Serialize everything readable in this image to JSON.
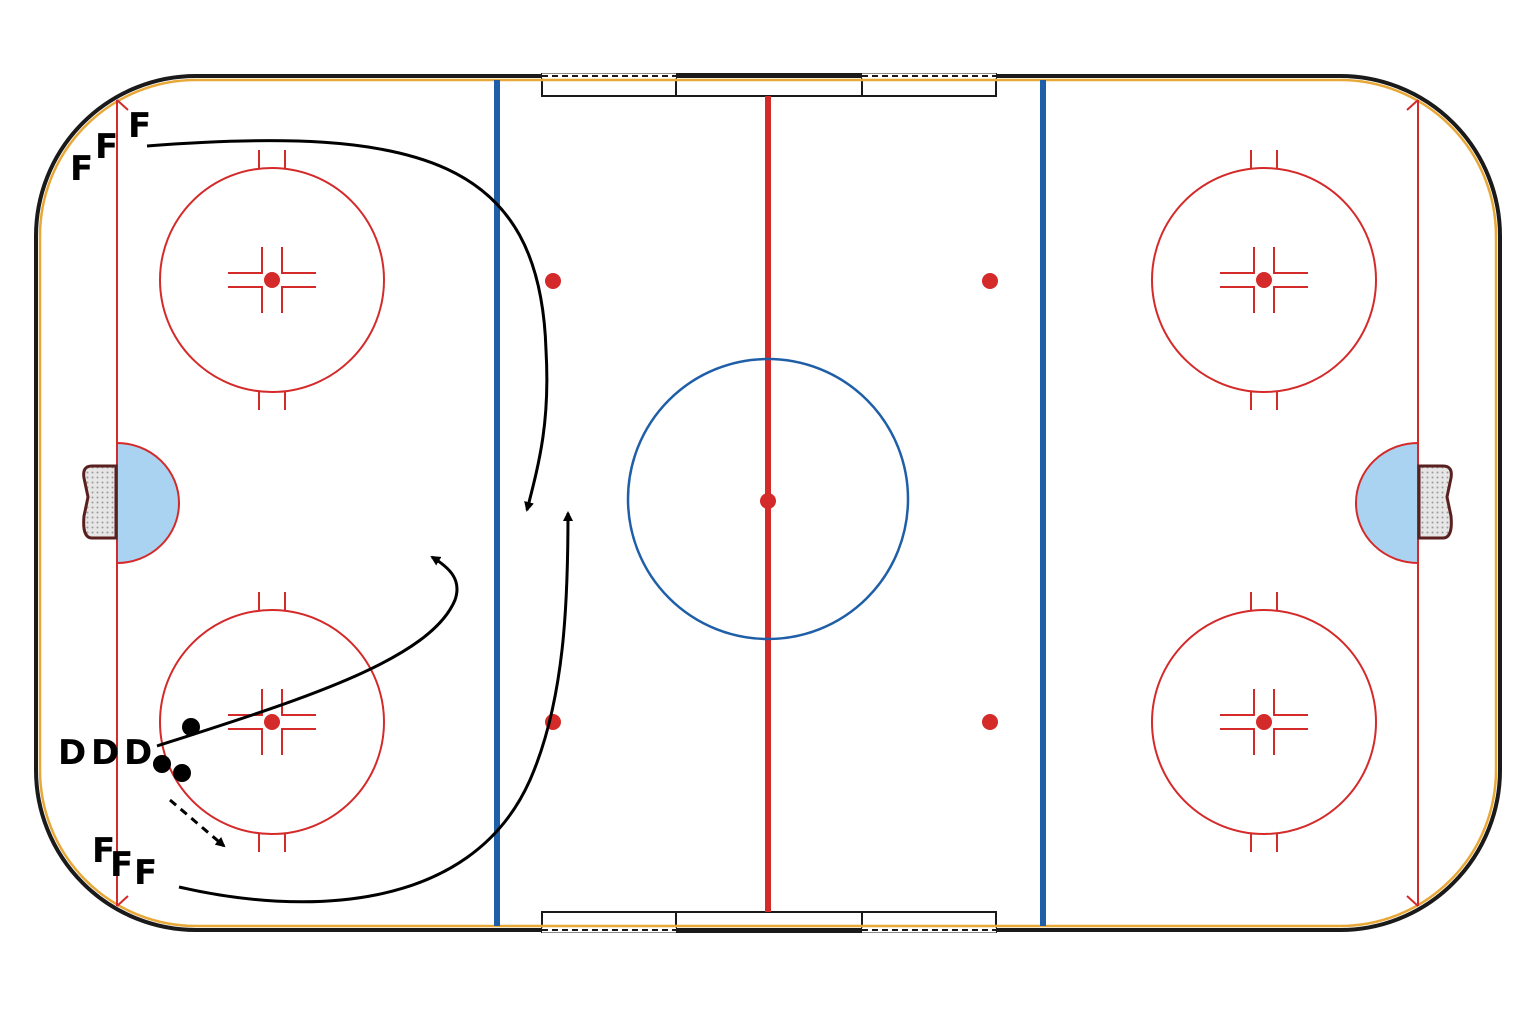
{
  "colors": {
    "ice": "#ffffff",
    "boards": "#1a1a1a",
    "kickplate": "#e8a838",
    "red": "#d42a2a",
    "blue": "#1f5fa8",
    "crease": "#a9d3f0",
    "net": "#cfcfcf",
    "ink": "#000000"
  },
  "players": {
    "top_forwards": [
      "F",
      "F",
      "F"
    ],
    "defense": [
      "D",
      "D",
      "D"
    ],
    "bottom_forwards": [
      "F",
      "F",
      "F"
    ]
  },
  "icons": {
    "puck": "filled-circle",
    "skate_path": "solid-arrow",
    "pass": "dashed-arrow"
  }
}
